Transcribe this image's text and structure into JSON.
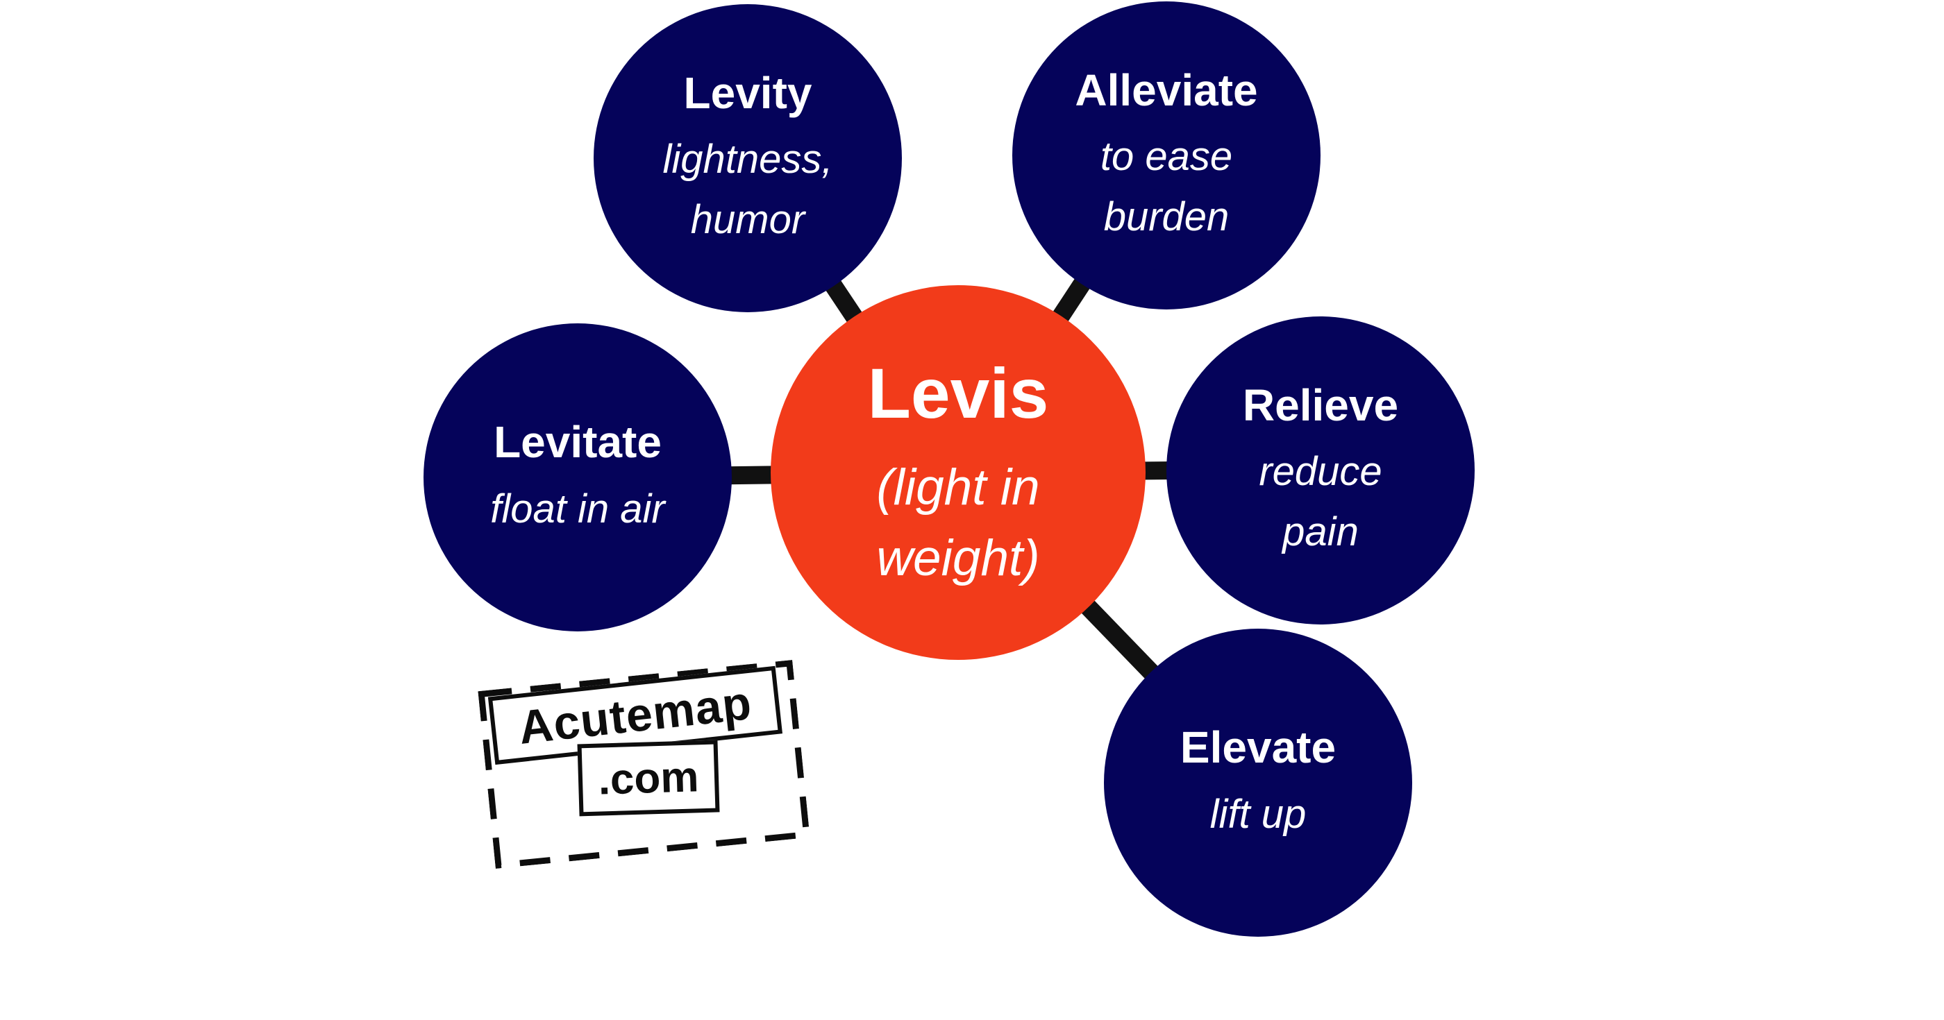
{
  "diagram": {
    "title_root": "Levis",
    "center": {
      "word": "Levis",
      "meaning": "(light in weight)",
      "lines": [
        "(light in",
        "weight)"
      ]
    },
    "satellites": [
      {
        "id": "levity",
        "word": "Levity",
        "meaning": "lightness, humor",
        "lines": [
          "lightness,",
          "humor"
        ]
      },
      {
        "id": "alleviate",
        "word": "Alleviate",
        "meaning": "to ease burden",
        "lines": [
          "to ease",
          "burden"
        ]
      },
      {
        "id": "relieve",
        "word": "Relieve",
        "meaning": "reduce pain",
        "lines": [
          "reduce",
          "pain"
        ]
      },
      {
        "id": "elevate",
        "word": "Elevate",
        "meaning": "lift up",
        "lines": [
          "lift up"
        ]
      },
      {
        "id": "levitate",
        "word": "Levitate",
        "meaning": "float in air",
        "lines": [
          "float in air"
        ]
      }
    ],
    "colors": {
      "background": "#ffffff",
      "center_circle": "#F23B1A",
      "satellite_circle": "#05035A",
      "connector": "#111111",
      "text": "#ffffff",
      "stamp_ink": "#0d0d0d"
    }
  },
  "watermark": {
    "site_name": "Acutemap",
    "domain_suffix": ".com"
  }
}
